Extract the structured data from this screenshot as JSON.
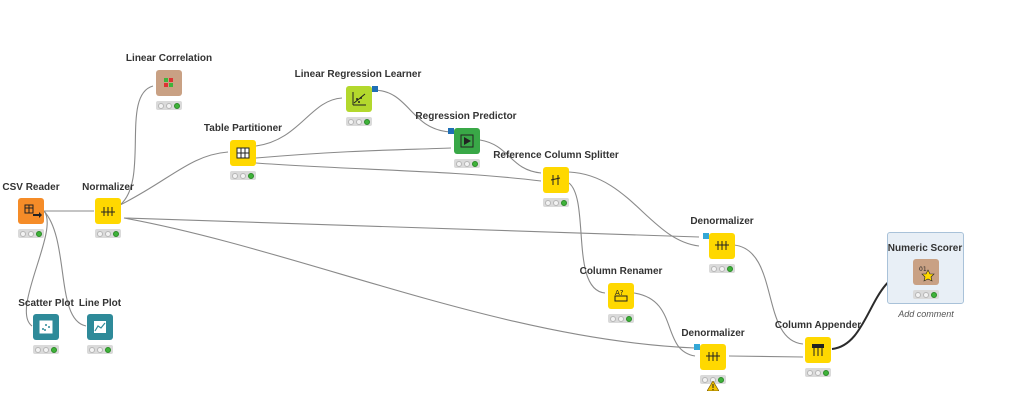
{
  "workflow": {
    "nodes": [
      {
        "id": "csv-reader",
        "label": "CSV Reader",
        "status": "executed"
      },
      {
        "id": "normalizer",
        "label": "Normalizer",
        "status": "executed"
      },
      {
        "id": "linear-correlation",
        "label": "Linear Correlation",
        "status": "executed"
      },
      {
        "id": "table-partitioner",
        "label": "Table Partitioner",
        "status": "executed"
      },
      {
        "id": "linear-regression-learner",
        "label": "Linear Regression Learner",
        "status": "executed"
      },
      {
        "id": "regression-predictor",
        "label": "Regression Predictor",
        "status": "executed"
      },
      {
        "id": "reference-column-splitter",
        "label": "Reference Column Splitter",
        "status": "executed"
      },
      {
        "id": "denormalizer-1",
        "label": "Denormalizer",
        "status": "executed"
      },
      {
        "id": "column-renamer",
        "label": "Column Renamer",
        "status": "executed"
      },
      {
        "id": "denormalizer-2",
        "label": "Denormalizer",
        "status": "executed",
        "warning": true
      },
      {
        "id": "column-appender",
        "label": "Column Appender",
        "status": "executed"
      },
      {
        "id": "numeric-scorer",
        "label": "Numeric Scorer",
        "status": "configured",
        "comment": "Add comment"
      },
      {
        "id": "scatter-plot",
        "label": "Scatter Plot",
        "status": "configured"
      },
      {
        "id": "line-plot",
        "label": "Line Plot",
        "status": "configured"
      }
    ]
  },
  "colors": {
    "source": "#f58c28",
    "manipulator": "#ffd800",
    "learner": "#b3d82d",
    "predictor": "#39a847",
    "other": "#c9a184",
    "visualizer": "#2e8a99",
    "connection": "#8a8a8a",
    "selection": "#e8eff6"
  },
  "icons": {
    "csv-reader": "table-arrow-icon",
    "normalizer": "normalize-icon",
    "linear-correlation": "correlation-matrix-icon",
    "table-partitioner": "partition-icon",
    "linear-regression-learner": "regression-chart-icon",
    "regression-predictor": "play-icon",
    "reference-column-splitter": "column-split-icon",
    "denormalizer-1": "denormalize-icon",
    "column-renamer": "rename-icon",
    "denormalizer-2": "denormalize-icon",
    "column-appender": "column-append-icon",
    "numeric-scorer": "scorer-icon",
    "scatter-plot": "scatter-icon",
    "line-plot": "line-chart-icon"
  }
}
